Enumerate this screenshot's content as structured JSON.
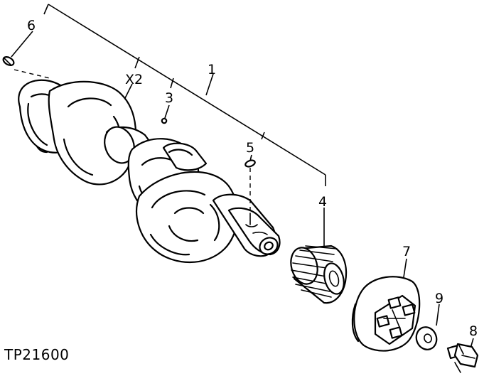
{
  "callouts": {
    "c1": "1",
    "c2": "X2",
    "c3": "3",
    "c4": "4",
    "c5": "5",
    "c6": "6",
    "c7": "7",
    "c8": "8",
    "c9": "9"
  },
  "reference": "TP21600"
}
